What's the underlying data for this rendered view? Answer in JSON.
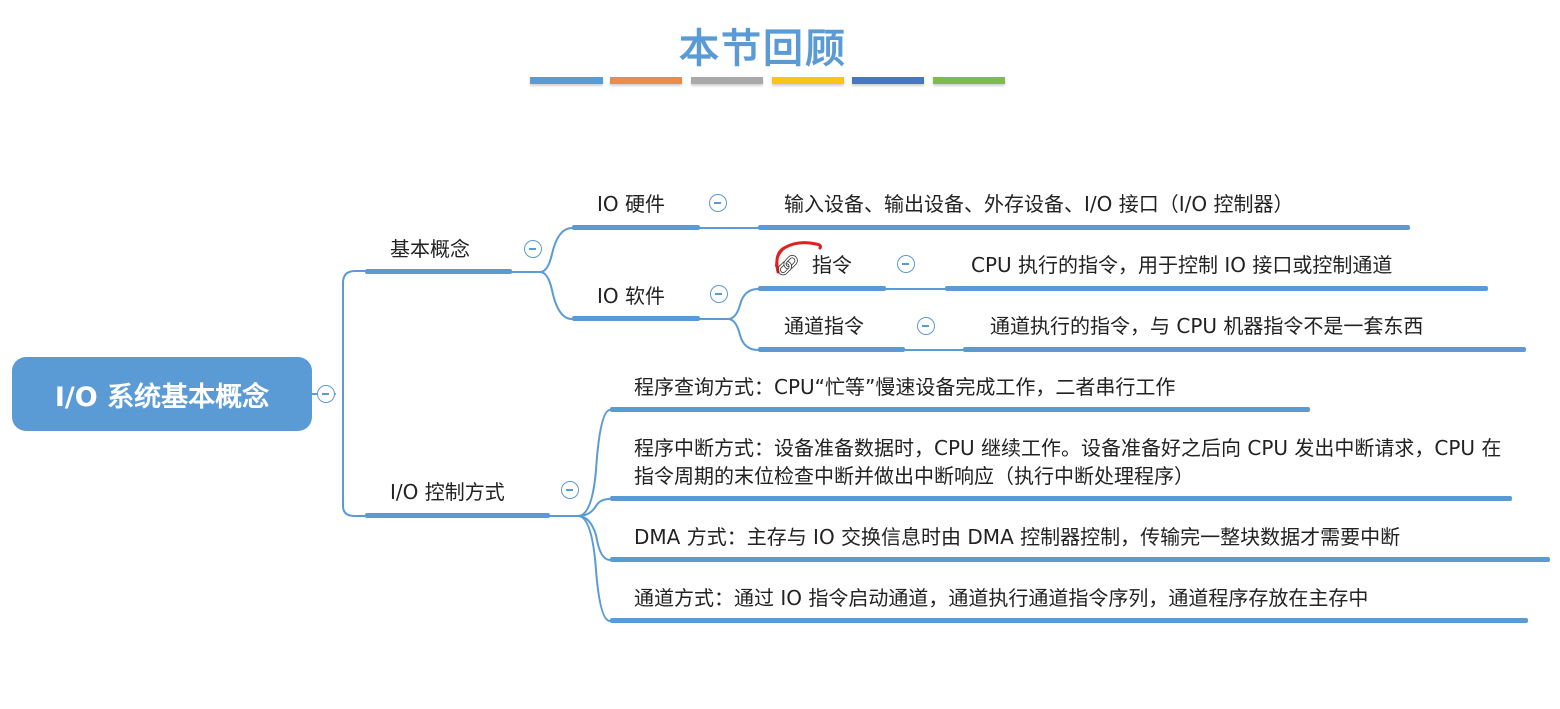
{
  "header": {
    "title": "本节回顾",
    "stripe_colors": [
      "#5b9bd5",
      "#ed8b48",
      "#a9a9a9",
      "#f5c518",
      "#4a74c4",
      "#7cbd4e"
    ]
  },
  "mindmap": {
    "root": "I/O 系统基本概念",
    "branches": {
      "basic_concepts": {
        "label": "基本概念",
        "io_hardware": {
          "label": "IO 硬件",
          "detail": "输入设备、输出设备、外存设备、I/O 接口（I/O 控制器）"
        },
        "io_software": {
          "label": "IO 软件",
          "io_instruction": {
            "label": "指令",
            "icon": "link-icon",
            "detail": "CPU 执行的指令，用于控制 IO 接口或控制通道"
          },
          "channel_instruction": {
            "label": "通道指令",
            "detail": "通道执行的指令，与 CPU 机器指令不是一套东西"
          }
        }
      },
      "io_control_methods": {
        "label": "I/O 控制方式",
        "methods": [
          "程序查询方式：CPU“忙等”慢速设备完成工作，二者串行工作",
          "程序中断方式：设备准备数据时，CPU 继续工作。设备准备好之后向 CPU 发出中断请求，CPU 在指令周期的末位检查中断并做出中断响应（执行中断处理程序）",
          "DMA 方式：主存与 IO 交换信息时由 DMA 控制器控制，传输完一整块数据才需要中断",
          "通道方式：通过 IO 指令启动通道，通道执行通道指令序列，通道程序存放在主存中"
        ]
      }
    }
  },
  "colors": {
    "accent": "#5b9bd5",
    "annotation": "#e02020"
  }
}
